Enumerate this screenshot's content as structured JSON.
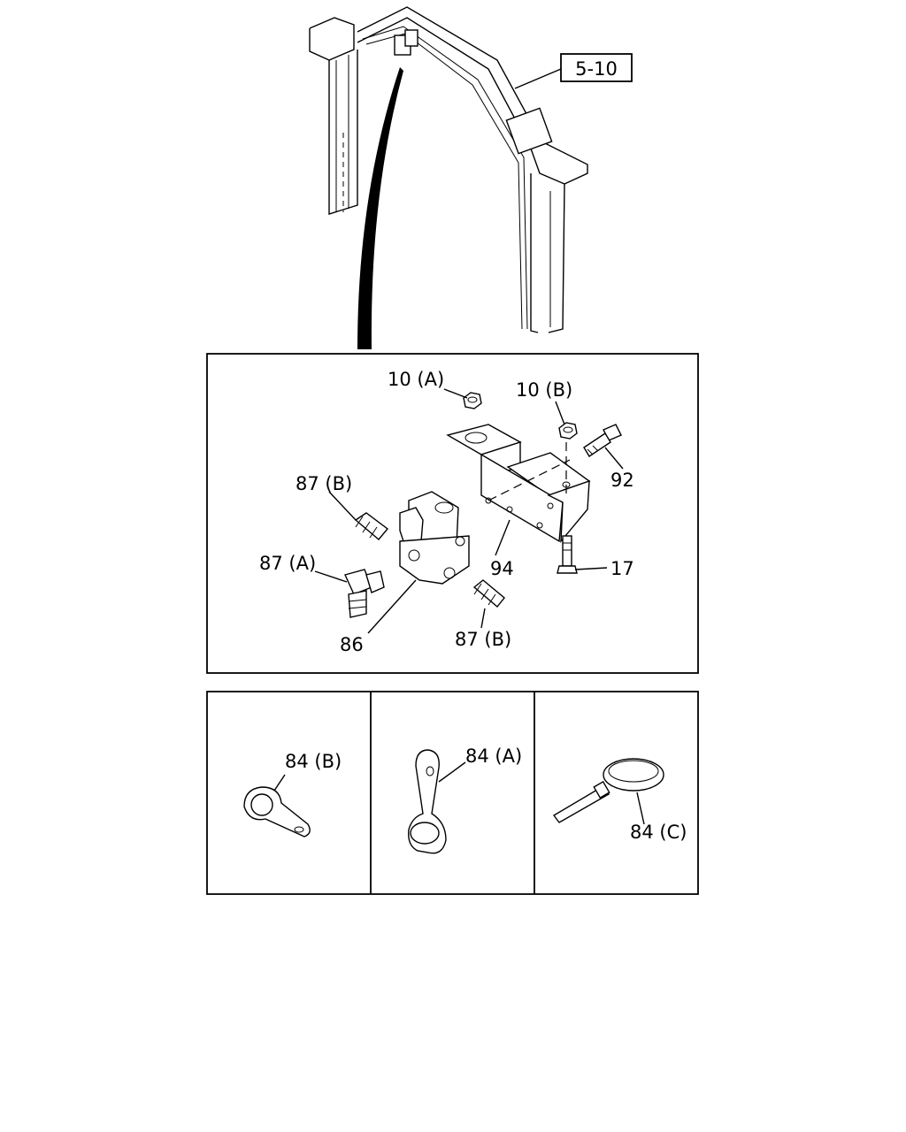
{
  "callouts": {
    "ref": "5-10",
    "nut_a": "10 (A)",
    "nut_b": "10 (B)",
    "bolt_92": "92",
    "fitting_87b_top": "87 (B)",
    "fitting_87a": "87 (A)",
    "bracket_94": "94",
    "bolt_17": "17",
    "valve_86": "86",
    "fitting_87b_bottom": "87 (B)",
    "clip_84b": "84 (B)",
    "clip_84a": "84 (A)",
    "tie_84c": "84 (C)"
  }
}
